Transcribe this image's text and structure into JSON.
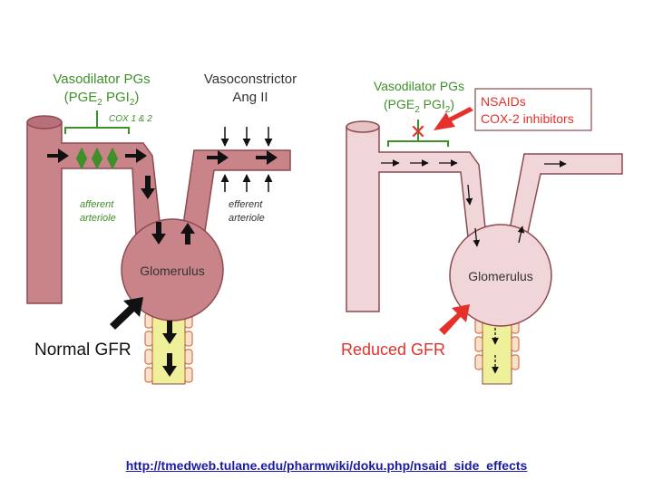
{
  "left_panel": {
    "vasodilator_title": "Vasodilator PGs",
    "vasodilator_pge": "(PGE",
    "vasodilator_pge_sub": "2",
    "vasodilator_pgi": " PGI",
    "vasodilator_pgi_sub": "2",
    "vasodilator_close": ")",
    "cox_label": "COX 1 & 2",
    "vasoconstrictor_title": "Vasoconstrictor",
    "vasoconstrictor_sub": "Ang II",
    "afferent_line1": "afferent",
    "afferent_line2": "arteriole",
    "efferent_line1": "efferent",
    "efferent_line2": "arteriole",
    "glomerulus": "Glomerulus",
    "caption": "Normal GFR"
  },
  "right_panel": {
    "vasodilator_title": "Vasodilator PGs",
    "vasodilator_pge": "(PGE",
    "vasodilator_pge_sub": "2",
    "vasodilator_pgi": " PGI",
    "vasodilator_pgi_sub": "2",
    "vasodilator_close": ")",
    "inhibitor_line1": "NSAIDs",
    "inhibitor_line2": "COX-2 inhibitors",
    "block_mark": "✕",
    "glomerulus": "Glomerulus",
    "caption": "Reduced GFR"
  },
  "footer": {
    "url": "http://tmedweb.tulane.edu/pharmwiki/doku.php/nsaid_side_effects"
  },
  "colors": {
    "vessel_normal": "#c88489",
    "vessel_reduced": "#f0d6d8",
    "vessel_outline": "#8d4a50",
    "green": "#3f8f2a",
    "red": "#e4312b",
    "tubule": "#eef09a",
    "cells": "#d9733a"
  }
}
